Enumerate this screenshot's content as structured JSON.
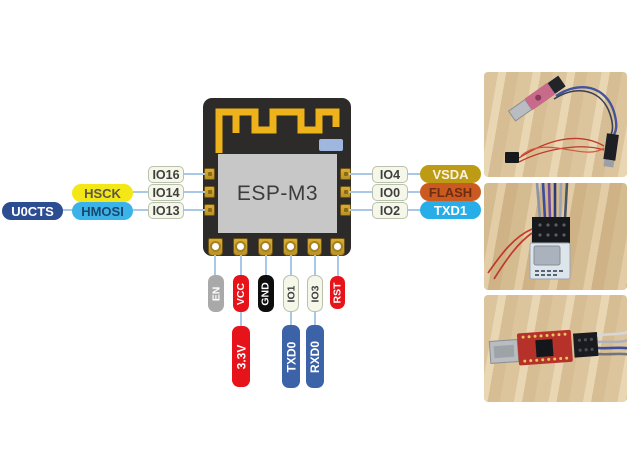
{
  "chip": {
    "label": "ESP-M3"
  },
  "pins": {
    "left": [
      {
        "io": "IO16",
        "fn1": "",
        "fn2": ""
      },
      {
        "io": "IO14",
        "fn1": "HSCK",
        "fn2": ""
      },
      {
        "io": "IO13",
        "fn1": "HMOSI",
        "fn2": "U0CTS"
      }
    ],
    "right": [
      {
        "io": "IO4",
        "fn1": "VSDA"
      },
      {
        "io": "IO0",
        "fn1": "FLASH"
      },
      {
        "io": "IO2",
        "fn1": "TXD1"
      }
    ],
    "bottom": [
      {
        "io": "EN",
        "fn1": ""
      },
      {
        "io": "VCC",
        "fn1": "3.3V"
      },
      {
        "io": "GND",
        "fn1": ""
      },
      {
        "io": "IO1",
        "fn1": "TXD0"
      },
      {
        "io": "IO3",
        "fn1": "RXD0"
      },
      {
        "io": "RST",
        "fn1": ""
      }
    ]
  },
  "colors": {
    "chip_body": "#2d2b29",
    "chip_label_area": "#c7c7c7",
    "antenna_gold": "#eeb31b",
    "pin_gold": "#c9a02e",
    "line_blue": "#a9c7e6",
    "hsck_bg": "#f4e716",
    "hmosi_bg": "#3cb3e8",
    "u0cts_bg": "#2c4d92",
    "vsda_bg": "#bd9b15",
    "flash_bg": "#cb5a21",
    "txd1_bg": "#27aee9",
    "power_red": "#e6131b",
    "gnd_black": "#0d0d0d",
    "en_gray": "#a9a9a9",
    "uart_blue": "#3c63a7",
    "io_box_bg": "#f5f7e8"
  },
  "photos": [
    {
      "description": "USB-serial adapter linked by blue and red wires to a small ESP module on a wooden desk"
    },
    {
      "description": "Close-up of ESP-M3 module with metal shield, ribbon jumper wires and red power wires"
    },
    {
      "description": "Red USB-to-serial adapter with black socket adapter and jumper wires on a wooden desk"
    }
  ]
}
